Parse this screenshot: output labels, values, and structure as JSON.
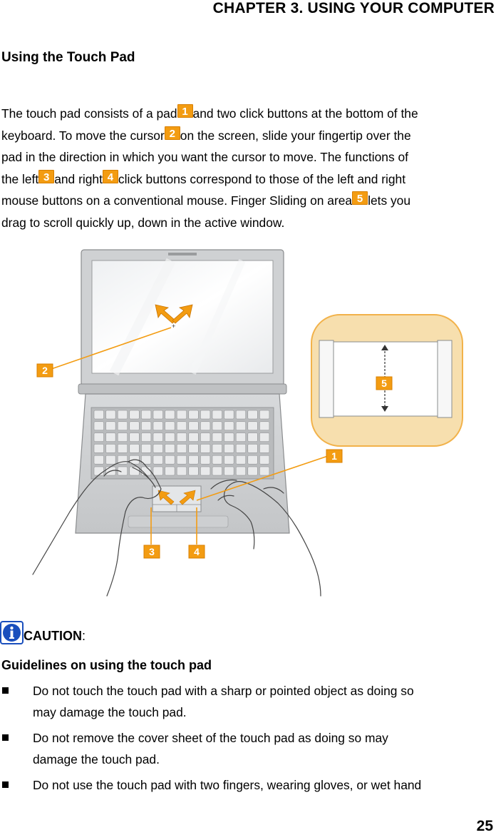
{
  "header": {
    "chapter": "CHAPTER 3. USING YOUR COMPUTER"
  },
  "section": {
    "title": "Using the Touch Pad"
  },
  "paragraph": {
    "l1a": "The touch pad consists of a pad",
    "l1b": "and two click buttons at the bottom of the",
    "l2a": "keyboard. To move the cursor",
    "l2b": "on the screen, slide your fingertip over the",
    "l3": "pad in the direction in which you want the cursor to move. The functions of",
    "l4a": "the left",
    "l4b": "and right",
    "l4c": "click buttons correspond to those of the left and right",
    "l5a": "mouse buttons on a conventional mouse. Finger Sliding on area",
    "l5b": "lets you",
    "l6": "drag to scroll quickly up, down in the active window."
  },
  "badges": {
    "b1": "1",
    "b2": "2",
    "b3": "3",
    "b4": "4",
    "b5": "5"
  },
  "caution": {
    "label": "CAUTION",
    "colon": ":"
  },
  "guidelines": {
    "title": "Guidelines on using the touch pad",
    "items": [
      {
        "line1": "Do not touch the touch pad with a sharp or pointed object as doing so",
        "line2": "may damage the touch pad."
      },
      {
        "line1": "Do not remove the cover sheet of the touch pad as doing so may",
        "line2": "damage the touch pad."
      },
      {
        "line1": "Do not use the touch pad with two fingers, wearing gloves, or wet hand",
        "line2": ""
      }
    ]
  },
  "page_number": "25",
  "colors": {
    "badge": "#f39c12",
    "info_icon": "#1a4fbd"
  }
}
